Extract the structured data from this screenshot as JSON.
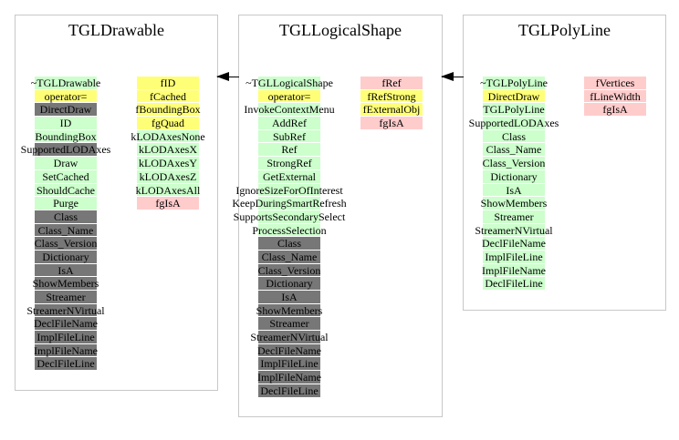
{
  "colors": {
    "public": "#ccffcc",
    "protected": "#ffff77",
    "private": "#777777",
    "static": "#ffcccc"
  },
  "classes": [
    {
      "name": "TGLDrawable",
      "methods": [
        [
          "~TGLDrawable",
          "green"
        ],
        [
          "operator=",
          "yellow"
        ],
        [
          "DirectDraw",
          "grey"
        ],
        [
          "ID",
          "green"
        ],
        [
          "BoundingBox",
          "green"
        ],
        [
          "SupportedLODAxes",
          "grey"
        ],
        [
          "Draw",
          "green"
        ],
        [
          "SetCached",
          "green"
        ],
        [
          "ShouldCache",
          "green"
        ],
        [
          "Purge",
          "green"
        ],
        [
          "Class",
          "grey"
        ],
        [
          "Class_Name",
          "grey"
        ],
        [
          "Class_Version",
          "grey"
        ],
        [
          "Dictionary",
          "grey"
        ],
        [
          "IsA",
          "grey"
        ],
        [
          "ShowMembers",
          "grey"
        ],
        [
          "Streamer",
          "grey"
        ],
        [
          "StreamerNVirtual",
          "grey"
        ],
        [
          "DeclFileName",
          "grey"
        ],
        [
          "ImplFileLine",
          "grey"
        ],
        [
          "ImplFileName",
          "grey"
        ],
        [
          "DeclFileLine",
          "grey"
        ]
      ],
      "members": [
        [
          "fID",
          "yellow"
        ],
        [
          "fCached",
          "yellow"
        ],
        [
          "fBoundingBox",
          "yellow"
        ],
        [
          "fgQuad",
          "yellow"
        ],
        [
          "kLODAxesNone",
          "green"
        ],
        [
          "kLODAxesX",
          "green"
        ],
        [
          "kLODAxesY",
          "green"
        ],
        [
          "kLODAxesZ",
          "green"
        ],
        [
          "kLODAxesAll",
          "green"
        ],
        [
          "fgIsA",
          "pink"
        ]
      ]
    },
    {
      "name": "TGLLogicalShape",
      "methods": [
        [
          "~TGLLogicalShape",
          "green"
        ],
        [
          "operator=",
          "yellow"
        ],
        [
          "InvokeContextMenu",
          "green"
        ],
        [
          "AddRef",
          "green"
        ],
        [
          "SubRef",
          "green"
        ],
        [
          "Ref",
          "green"
        ],
        [
          "StrongRef",
          "green"
        ],
        [
          "GetExternal",
          "green"
        ],
        [
          "IgnoreSizeForOfInterest",
          "green"
        ],
        [
          "KeepDuringSmartRefresh",
          "green"
        ],
        [
          "SupportsSecondarySelect",
          "green"
        ],
        [
          "ProcessSelection",
          "green"
        ],
        [
          "Class",
          "grey"
        ],
        [
          "Class_Name",
          "grey"
        ],
        [
          "Class_Version",
          "grey"
        ],
        [
          "Dictionary",
          "grey"
        ],
        [
          "IsA",
          "grey"
        ],
        [
          "ShowMembers",
          "grey"
        ],
        [
          "Streamer",
          "grey"
        ],
        [
          "StreamerNVirtual",
          "grey"
        ],
        [
          "DeclFileName",
          "grey"
        ],
        [
          "ImplFileLine",
          "grey"
        ],
        [
          "ImplFileName",
          "grey"
        ],
        [
          "DeclFileLine",
          "grey"
        ]
      ],
      "members": [
        [
          "fRef",
          "pink"
        ],
        [
          "fRefStrong",
          "yellow"
        ],
        [
          "fExternalObj",
          "yellow"
        ],
        [
          "fgIsA",
          "pink"
        ]
      ]
    },
    {
      "name": "TGLPolyLine",
      "methods": [
        [
          "~TGLPolyLine",
          "green"
        ],
        [
          "DirectDraw",
          "yellow"
        ],
        [
          "TGLPolyLine",
          "green"
        ],
        [
          "SupportedLODAxes",
          "green"
        ],
        [
          "Class",
          "green"
        ],
        [
          "Class_Name",
          "green"
        ],
        [
          "Class_Version",
          "green"
        ],
        [
          "Dictionary",
          "green"
        ],
        [
          "IsA",
          "green"
        ],
        [
          "ShowMembers",
          "green"
        ],
        [
          "Streamer",
          "green"
        ],
        [
          "StreamerNVirtual",
          "green"
        ],
        [
          "DeclFileName",
          "green"
        ],
        [
          "ImplFileLine",
          "green"
        ],
        [
          "ImplFileName",
          "green"
        ],
        [
          "DeclFileLine",
          "green"
        ]
      ],
      "members": [
        [
          "fVertices",
          "pink"
        ],
        [
          "fLineWidth",
          "pink"
        ],
        [
          "fgIsA",
          "pink"
        ]
      ]
    }
  ]
}
